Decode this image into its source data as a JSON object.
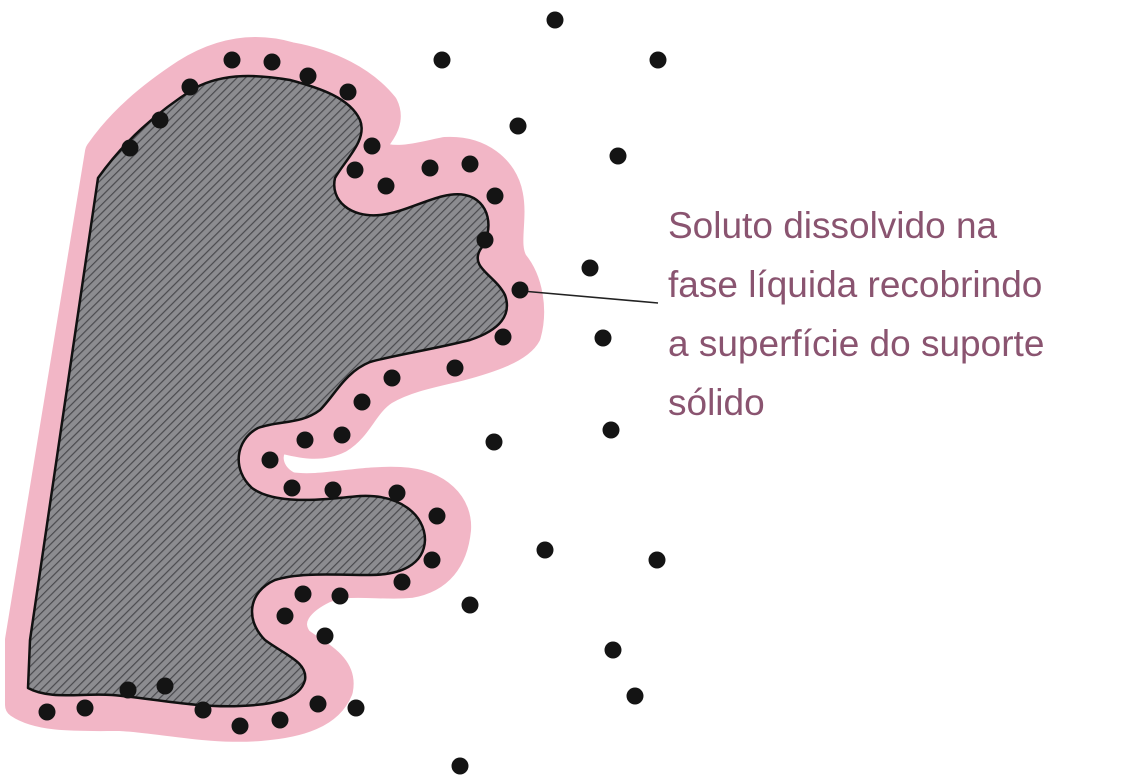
{
  "diagram": {
    "callout": {
      "lines": [
        "Soluto dissolvido na",
        "fase líquida recobrindo",
        "a superfície do suporte",
        "sólido"
      ]
    },
    "colors": {
      "liquid_film": "#f2b6c6",
      "solid_fill": "#8c8c90",
      "solid_hatch": "#4a4a4e",
      "outline": "#111111",
      "solute_dot": "#141414",
      "label_text": "#8a5470",
      "leader_line": "#222222"
    }
  }
}
